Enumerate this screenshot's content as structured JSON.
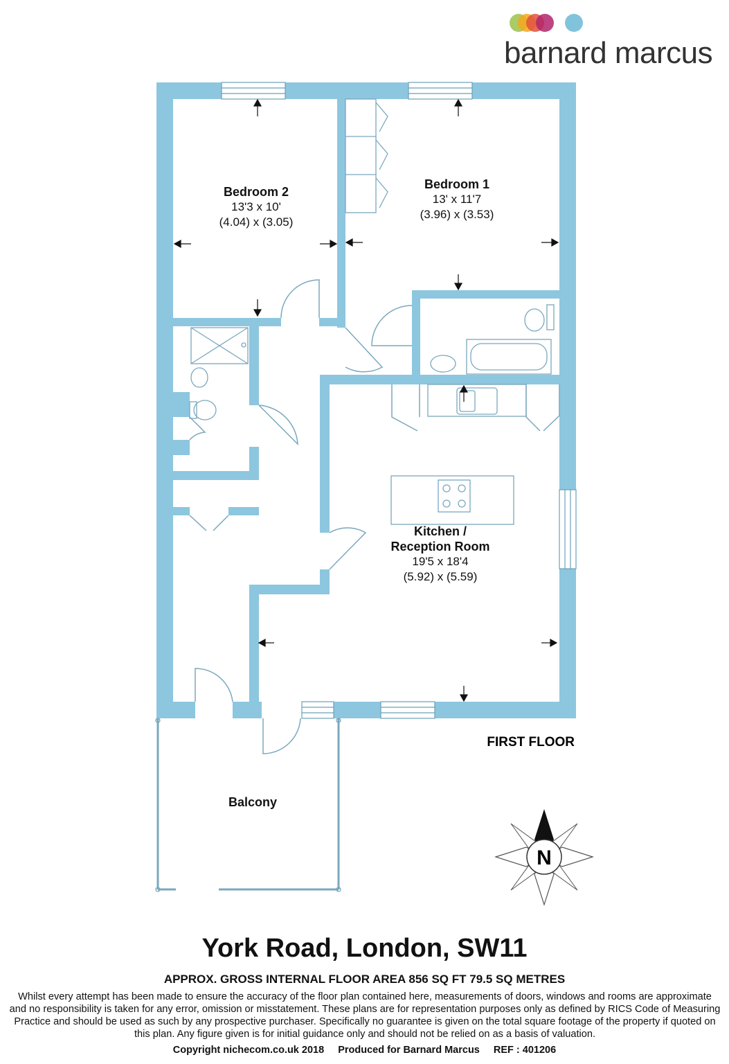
{
  "brand": {
    "name": "barnard marcus",
    "dot_colors": [
      "#9bc24a",
      "#f4a81d",
      "#e2513d",
      "#b2246b",
      "#82c3dc"
    ]
  },
  "colors": {
    "wall": "#8dc6df",
    "fixture": "#7aa8bd"
  },
  "rooms": {
    "bedroom2": {
      "name": "Bedroom 2",
      "dim_imperial": "13'3 x 10'",
      "dim_metric": "(4.04) x (3.05)"
    },
    "bedroom1": {
      "name": "Bedroom 1",
      "dim_imperial": "13' x 11'7",
      "dim_metric": "(3.96) x (3.53)"
    },
    "kitchen": {
      "name_line1": "Kitchen /",
      "name_line2": "Reception Room",
      "dim_imperial": "19'5 x 18'4",
      "dim_metric": "(5.92) x (5.59)"
    },
    "balcony": {
      "name": "Balcony"
    }
  },
  "floor_label": "FIRST FLOOR",
  "compass": {
    "letter": "N"
  },
  "title": "York Road, London, SW11",
  "area_text": "APPROX. GROSS INTERNAL FLOOR AREA 856 SQ FT 79.5 SQ METRES",
  "disclaimer": "Whilst every attempt has been made to ensure the accuracy of the floor plan contained here, measurements of doors, windows and rooms are approximate and no responsibility is taken for any error, omission or misstatement. These plans are for representation purposes only as defined by RICS Code of Measuring Practice and should be used as such by any prospective purchaser.  Specifically no guarantee is given on the total square footage of the property if quoted on this plan. Any figure given is for initial guidance only and should not be relied on as a basis of valuation.",
  "footer": {
    "copyright": "Copyright nichecom.co.uk 2018",
    "produced": "Produced for Barnard Marcus",
    "ref": "REF : 401206"
  }
}
